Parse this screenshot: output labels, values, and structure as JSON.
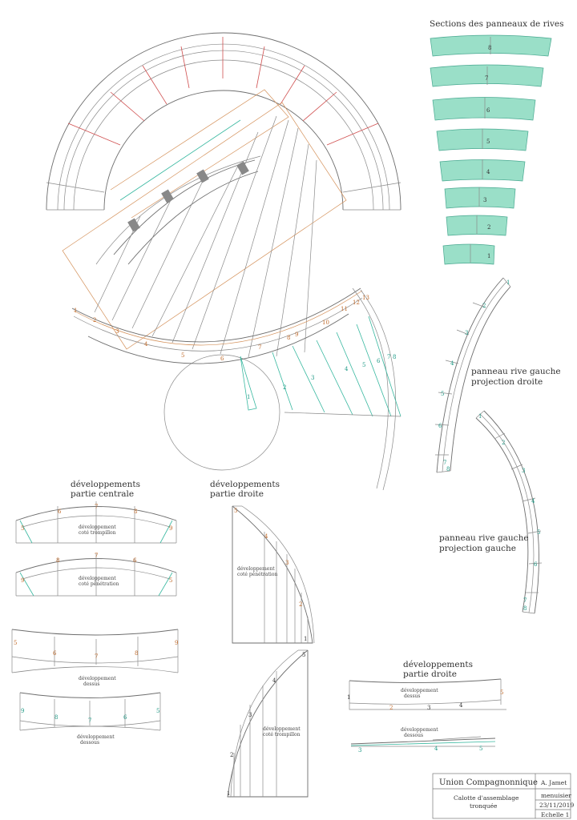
{
  "labels": {
    "sections_title": "Sections des panneaux de rives",
    "rive_gauche_droite_1": "panneau rive gauche",
    "rive_gauche_droite_2": "projection droite",
    "rive_gauche_gauche_1": "panneau rive gauche",
    "rive_gauche_gauche_2": "projection gauche",
    "dev_centrale_1": "développements",
    "dev_centrale_2": "partie centrale",
    "dev_droite_1": "développements",
    "dev_droite_2": "partie droite",
    "dev_droite2_1": "développements",
    "dev_droite2_2": "partie droite",
    "cote_trompillon_1": "développement",
    "cote_trompillon_2": "coté trompillon",
    "cote_penetration_1": "développement",
    "cote_penetration_2": "coté pénétration",
    "dessus_1": "développement",
    "dessus_2": "dessus",
    "dessous_1": "développement",
    "dessous_2": "dessous",
    "pen_right_1": "développement",
    "pen_right_2": "coté pénétration",
    "tromp_right_1": "développement",
    "tromp_right_2": "coté trompillon",
    "dessus_right_1": "développement",
    "dessus_right_2": "dessus",
    "dessous_right_1": "développement",
    "dessous_right_2": "dessous"
  },
  "section_numbers": [
    "8",
    "7",
    "6",
    "5",
    "4",
    "3",
    "2",
    "1"
  ],
  "rive_droite_numbers": [
    "1",
    "2",
    "3",
    "4",
    "5",
    "6",
    "7",
    "8"
  ],
  "rive_gauche_numbers": [
    "1",
    "2",
    "3",
    "4",
    "5",
    "6",
    "7",
    "8"
  ],
  "plan_numbers_orange": [
    "1",
    "2",
    "3",
    "4",
    "5",
    "6",
    "7",
    "8",
    "9",
    "10",
    "11",
    "12",
    "13"
  ],
  "plan_numbers_teal": [
    "1",
    "2",
    "3",
    "4",
    "5",
    "6",
    "7",
    "8"
  ],
  "colors": {
    "orange": "#c06a2a",
    "teal": "#1f9a86",
    "panel_fill": "#9adfc8"
  },
  "cartouche": {
    "org": "Union Compagnonnique",
    "author": "A. Jamet",
    "trade": "menuisier",
    "title_1": "Calotte d'assemblage",
    "title_2": "tronquée",
    "date": "23/11/2019",
    "scale": "Echelle 1"
  }
}
